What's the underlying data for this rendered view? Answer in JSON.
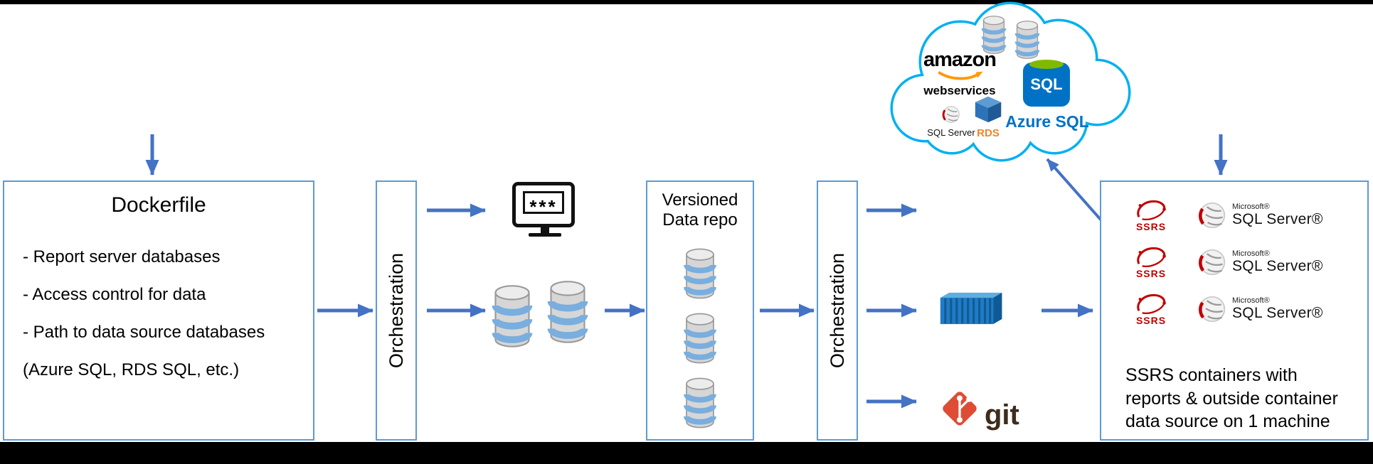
{
  "colors": {
    "arrow_blue": "#4472C4",
    "box_border_blue": "#5B9BD5",
    "cloud_outline_blue": "#00B0F0",
    "azure_blue": "#0072C6",
    "azure_green": "#7FBA00",
    "aws_orange": "#FF9900",
    "git_orange": "#DE4C36",
    "ssrs_red": "#C00000",
    "container_blue": "#1B75BC"
  },
  "dockerfile": {
    "title": "Dockerfile",
    "items": [
      "- Report server databases",
      "- Access control for data",
      "- Path to data source databases",
      "(Azure SQL, RDS SQL, etc.)"
    ]
  },
  "orchestration1": {
    "label": "Orchestration"
  },
  "orchestration2": {
    "label": "Orchestration"
  },
  "password": {
    "text": "***"
  },
  "versioned_repo": {
    "title": "Versioned Data repo"
  },
  "git": {
    "label": "git"
  },
  "cloud": {
    "aws_line1": "amazon",
    "aws_line2": "webservices",
    "sql_server_small": "SQL Server",
    "rds_label": "RDS",
    "azure_badge": "SQL",
    "azure_label": "Azure SQL"
  },
  "ssrs": {
    "ssrs_label": "SSRS",
    "ms_label": "Microsoft®",
    "product_label": "SQL Server®",
    "caption_lines": [
      "SSRS containers with",
      "reports & outside container",
      "data source on 1 machine"
    ]
  }
}
